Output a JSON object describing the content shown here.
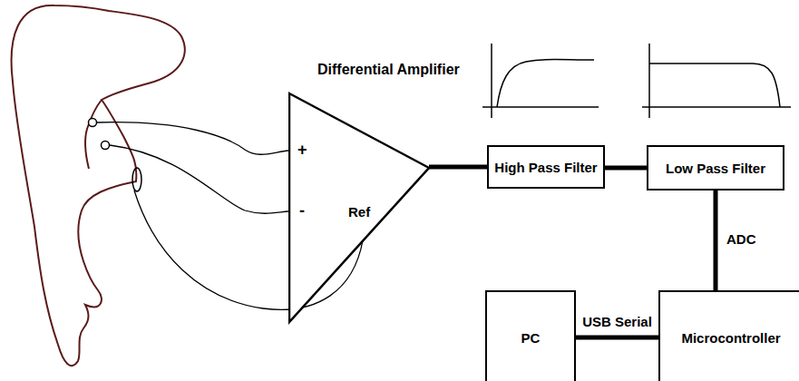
{
  "diagram": {
    "nodes": [
      {
        "text": [
          "Differential Amplifier",
          "+",
          "-",
          "Ref"
        ]
      },
      {
        "text": [
          "High Pass Filter"
        ]
      },
      {
        "text": [
          "Low Pass Filter"
        ]
      },
      {
        "text": [
          "PC"
        ]
      },
      {
        "text": [
          "Microcontroller"
        ]
      }
    ],
    "edges": [
      {
        "from": 0,
        "to": 1,
        "arrow": "none"
      },
      {
        "from": 1,
        "to": 2,
        "arrow": "none"
      },
      {
        "from": 2,
        "to": 4,
        "label": "ADC",
        "arrow": "none"
      },
      {
        "from": 3,
        "to": 4,
        "label": "USB Serial",
        "arrow": "none"
      }
    ]
  }
}
